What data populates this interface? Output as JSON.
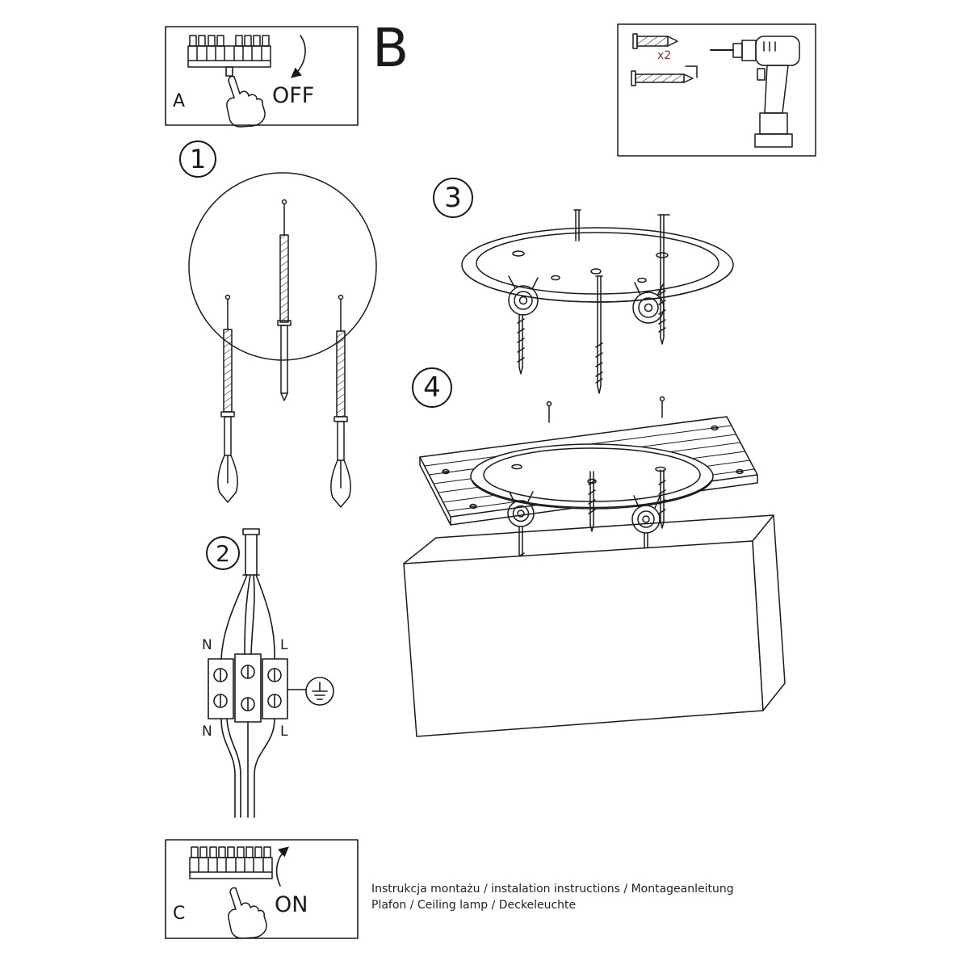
{
  "panels": {
    "a": {
      "label": "A",
      "action": "OFF"
    },
    "b": {
      "label": "B"
    },
    "c": {
      "label": "C",
      "action": "ON"
    }
  },
  "hardware": {
    "anchor_count": "x2"
  },
  "steps": {
    "s1": "1",
    "s2": "2",
    "s3": "3",
    "s4": "4"
  },
  "wiring": {
    "n_top": "N",
    "l_top": "L",
    "n_bottom": "N",
    "l_bottom": "L"
  },
  "footer": {
    "line1": "Instrukcja montażu / instalation instructions / Montageanleitung",
    "line2": "Plafon / Ceiling lamp / Deckeleuchte"
  },
  "colors": {
    "ink": "#1a1a1a",
    "paper": "#ffffff",
    "accent": "#9c2b2b"
  }
}
